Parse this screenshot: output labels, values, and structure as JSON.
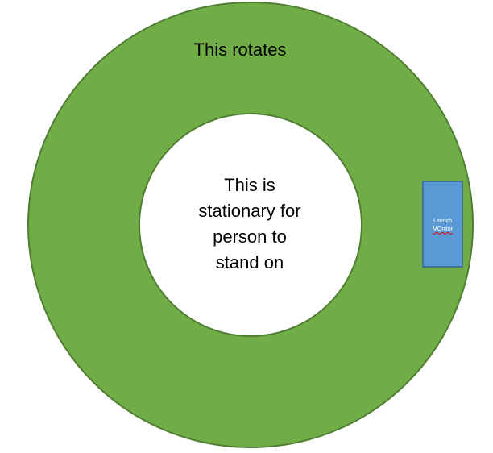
{
  "diagram": {
    "outer_ring_label": "This rotates",
    "center_label_lines": [
      "This is",
      "stationary for",
      "person to",
      "stand on"
    ],
    "monitor_label_lines": [
      "Launch",
      "MOnitor"
    ]
  },
  "colors": {
    "ring_fill": "#70ad47",
    "ring_stroke": "#507e32",
    "monitor_fill": "#5b9bd5",
    "monitor_stroke": "#41719c",
    "spellcheck_underline": "#e00000"
  }
}
